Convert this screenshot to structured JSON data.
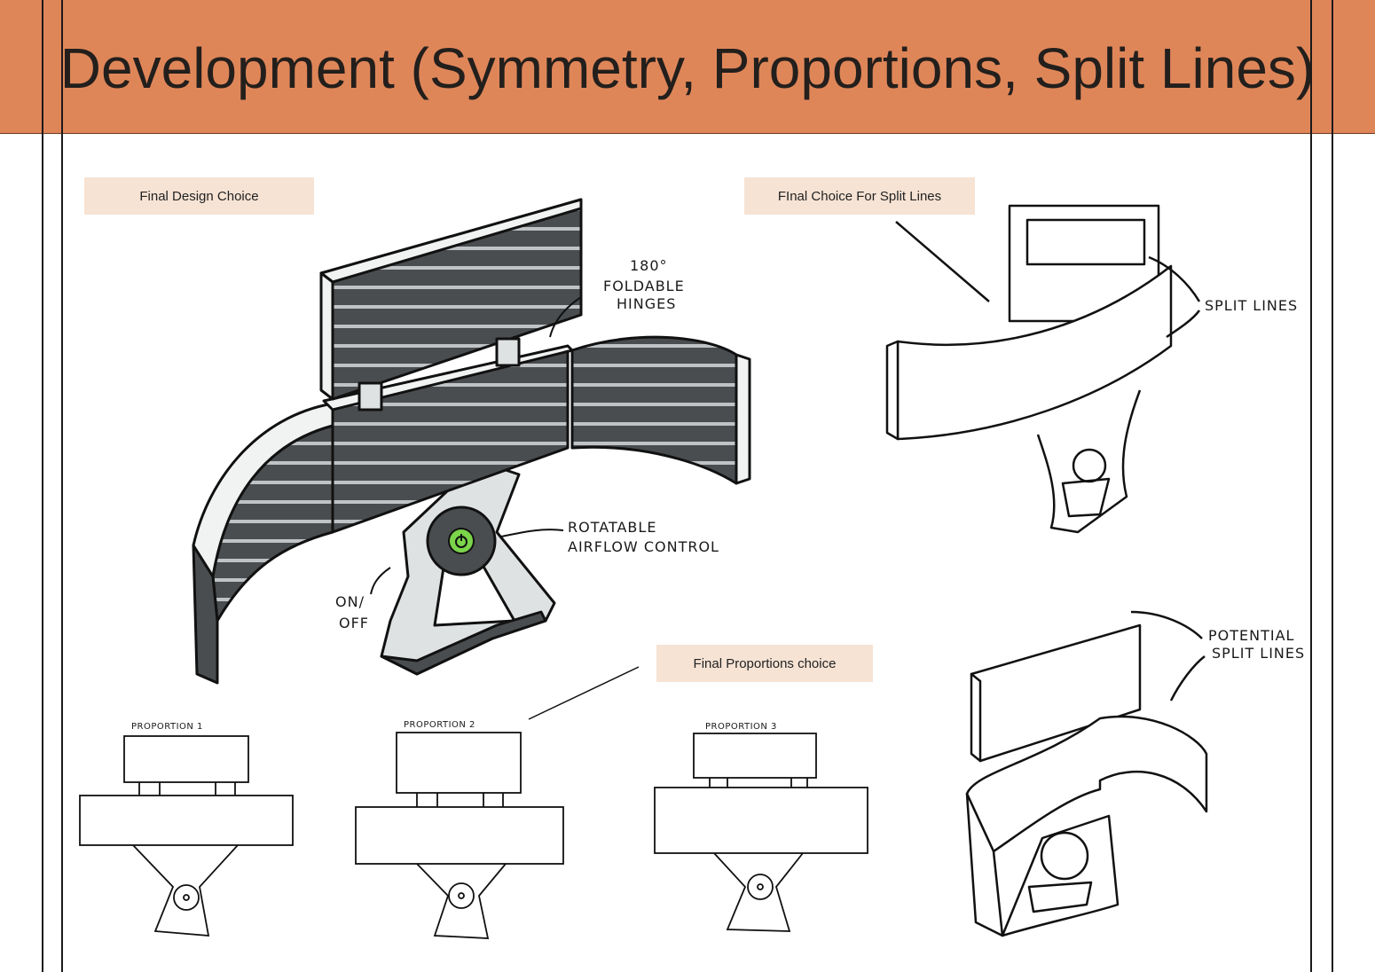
{
  "title": "Development (Symmetry, Proportions, Split Lines)",
  "labels": {
    "final_design": "Final Design Choice",
    "split_lines_choice": "FInal Choice For Split Lines",
    "proportions_choice": "Final Proportions choice"
  },
  "annotations": {
    "hinges_line1": "180°",
    "hinges_line2": "FOLDABLE",
    "hinges_line3": "HINGES",
    "rotatable_line1": "ROTATABLE",
    "rotatable_line2": "AIRFLOW CONTROL",
    "onoff_line1": "ON/",
    "onoff_line2": "OFF",
    "split_lines": "SPLIT LINES",
    "potential_line1": "POTENTIAL",
    "potential_line2": "SPLIT LINES",
    "proportion1": "PROPORTION 1",
    "proportion2": "PROPORTION 2",
    "proportion3": "PROPORTION 3"
  },
  "colors": {
    "header": "#df8659",
    "label_bg": "#f6e3d4",
    "ink": "#1a1a1a",
    "panel_dark": "#4a4d4f",
    "accent_green": "#7bd44a"
  },
  "icons": [
    "power-icon"
  ]
}
